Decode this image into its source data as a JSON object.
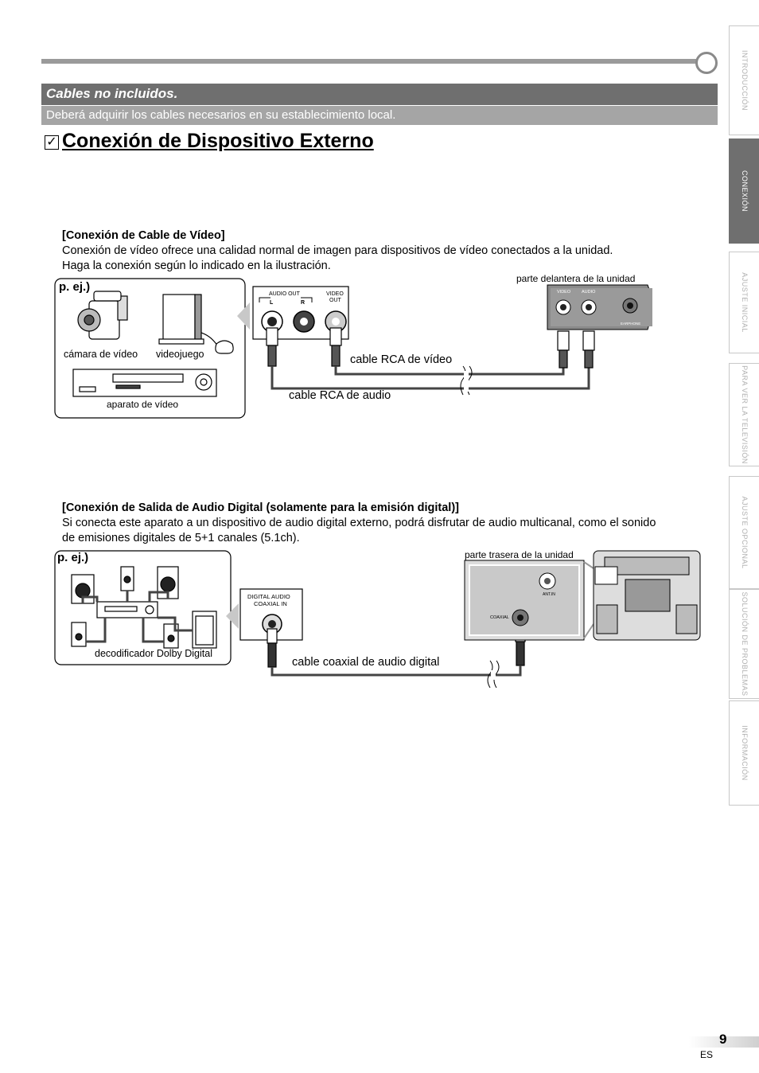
{
  "banner": {
    "title": "Cables no incluidos.",
    "text": "Deberá adquirir los cables necesarios en su establecimiento local."
  },
  "page_title": "Conexión de Dispositivo Externo",
  "sidebar": {
    "tabs": [
      {
        "label": "INTRODUCCIÓN",
        "active": false
      },
      {
        "label": "CONEXIÓN",
        "active": true
      },
      {
        "label": "AJUSTE INICIAL",
        "active": false
      },
      {
        "label": "PARA VER LA TELEVISIÓN",
        "active": false
      },
      {
        "label": "AJUSTE OPCIONAL",
        "active": false
      },
      {
        "label": "SOLUCIÓN DE PROBLEMAS",
        "active": false
      },
      {
        "label": "INFORMACIÓN",
        "active": false
      }
    ]
  },
  "video_section": {
    "heading": "[Conexión de Cable de Vídeo]",
    "line1": "Conexión de vídeo ofrece una calidad normal de imagen para dispositivos de vídeo conectados a la unidad.",
    "line2": "Haga la conexión según lo indicado en la ilustración.",
    "example": "p. ej.)",
    "device_camera": "cámara de vídeo",
    "device_game": "videojuego",
    "device_vcr": "aparato de vídeo",
    "jack_audio_out": "AUDIO OUT",
    "jack_l": "L",
    "jack_r": "R",
    "jack_video_out_1": "VIDEO",
    "jack_video_out_2": "OUT",
    "unit_front_label": "parte delantera de la unidad",
    "front_video": "VIDEO",
    "front_audio": "AUDIO",
    "front_earphone": "EARPHONE",
    "cable_video": "cable RCA de vídeo",
    "cable_audio": "cable RCA de audio"
  },
  "digital_section": {
    "heading": "[Conexión de Salida de Audio Digital (solamente para la emisión digital)]",
    "line1": " Si conecta este aparato a un dispositivo de audio digital externo, podrá disfrutar de audio multicanal, como el sonido",
    "line2": "de emisiones digitales de 5+1 canales (5.1ch).",
    "example": "p. ej.)",
    "device_decoder": "decodificador Dolby Digital",
    "jack_digital_1": "DIGITAL AUDIO",
    "jack_digital_2": "COAXIAL IN",
    "unit_rear_label": "parte trasera de la unidad",
    "rear_antin": "ANT.IN",
    "rear_coaxial": "COAXIAL",
    "cable_coaxial": "cable coaxial de audio digital"
  },
  "footer": {
    "page_number": "9",
    "language": "ES"
  }
}
